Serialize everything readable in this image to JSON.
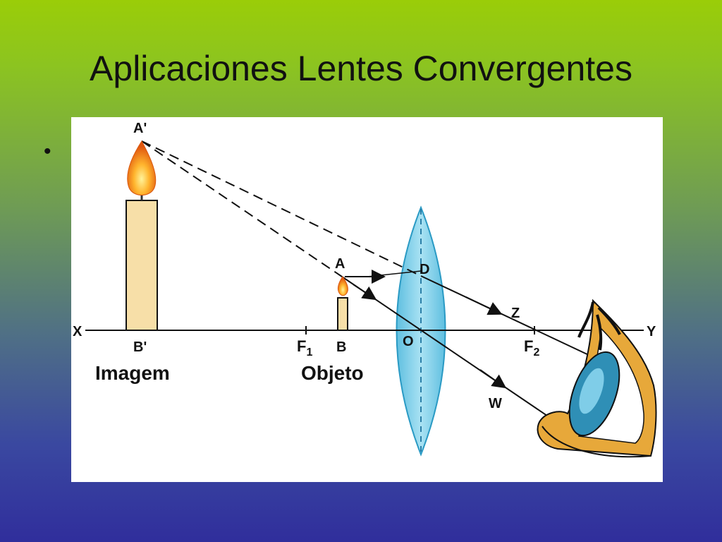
{
  "slide": {
    "title": "Aplicaciones Lentes Convergentes",
    "bullet": "•"
  },
  "diagram": {
    "labels": {
      "image_top": "A'",
      "image_base": "B'",
      "object_top": "A",
      "object_base": "B",
      "axis_left": "X",
      "axis_right": "Y",
      "focus_1_letter": "F",
      "focus_1_sub": "1",
      "focus_2_letter": "F",
      "focus_2_sub": "2",
      "lens_center": "O",
      "lens_point": "D",
      "ray_z": "Z",
      "ray_w": "W",
      "image_caption": "Imagem",
      "object_caption": "Objeto"
    },
    "colors": {
      "lens": "#7fcfea",
      "lens_stroke": "#2a9ac4",
      "candle": "#f7dfa8",
      "flame_outer": "#f28a1a",
      "flame_inner": "#ffe45c",
      "eye_skin": "#d99a2a",
      "eye_iris": "#2f8fb6"
    }
  }
}
